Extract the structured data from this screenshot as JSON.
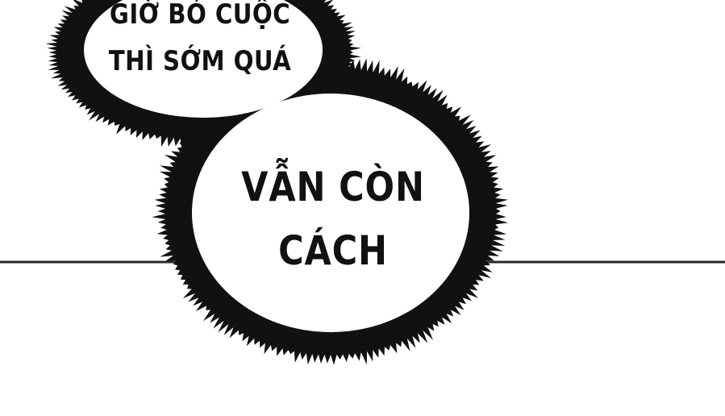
{
  "colors": {
    "background": "#ffffff",
    "ink": "#111111",
    "line": "#2a2a2a"
  },
  "bubbles": [
    {
      "lines": [
        "GIỜ BỎ CUỘC",
        "THÌ SỚM QUÁ"
      ]
    },
    {
      "lines": [
        "VẪN CÒN",
        "CÁCH"
      ]
    }
  ]
}
